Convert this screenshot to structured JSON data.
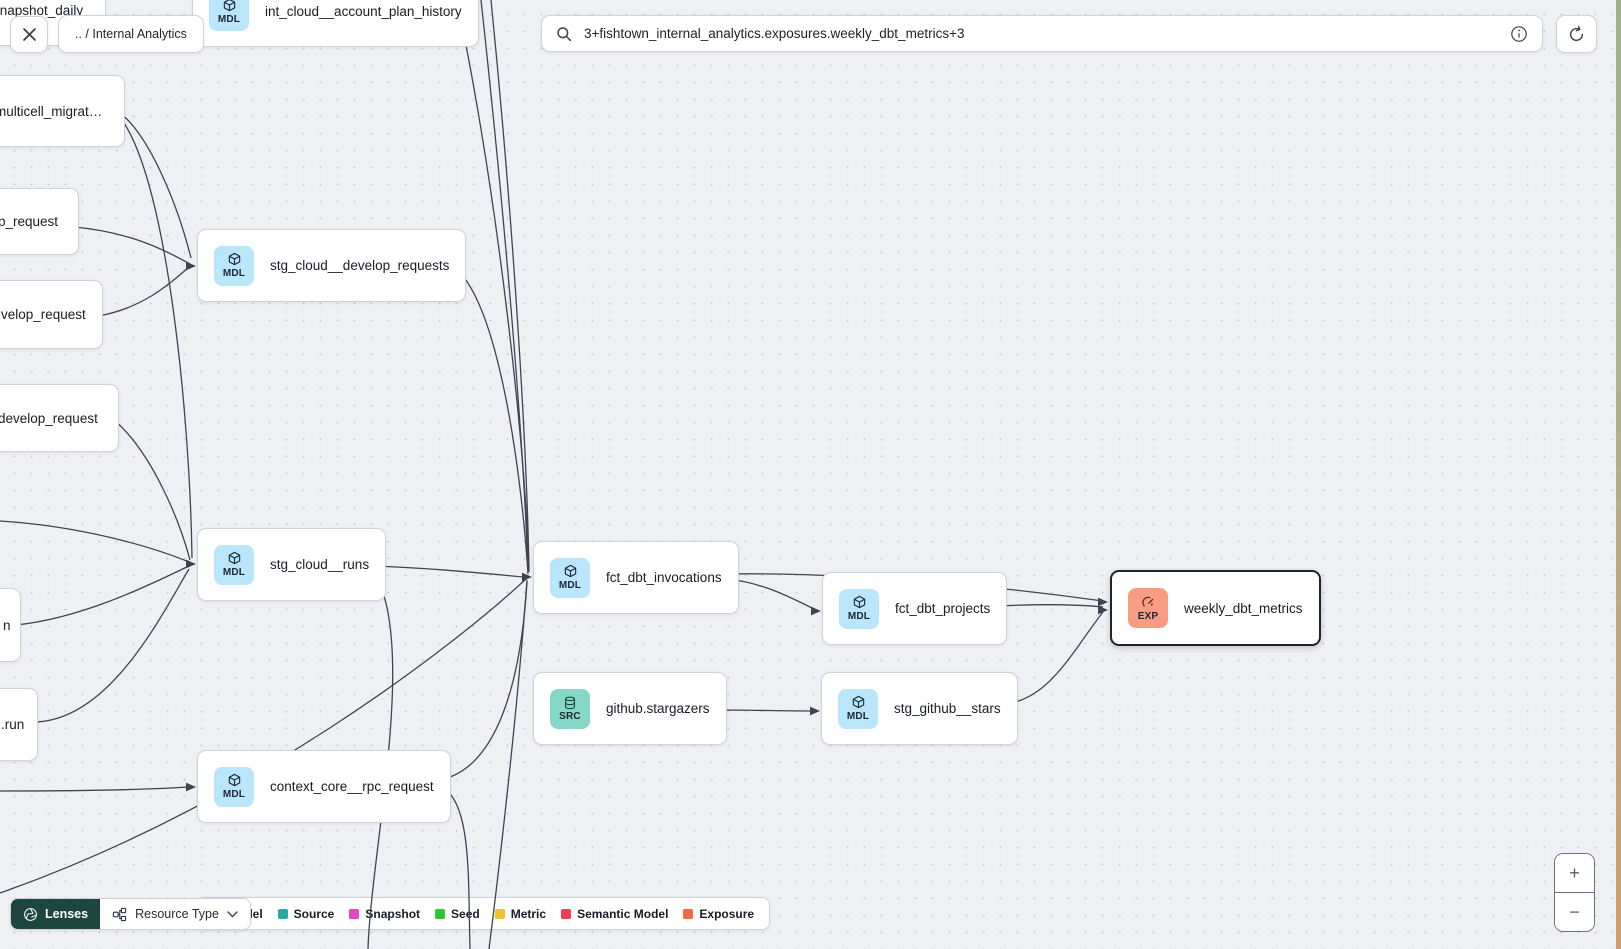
{
  "toolbar": {
    "breadcrumb": ".. / Internal Analytics",
    "search_value": "3+fishtown_internal_analytics.exposures.weekly_dbt_metrics+3"
  },
  "badges": {
    "mdl": "MDL",
    "src": "SRC",
    "exp": "EXP"
  },
  "nodes": [
    {
      "label": "snapshot_daily",
      "badge": ""
    },
    {
      "label": "int_cloud__account_plan_history",
      "badge": "MDL"
    },
    {
      "label": "multicell_migrat…",
      "badge": ""
    },
    {
      "label": "p_request",
      "badge": ""
    },
    {
      "label": "stg_cloud__develop_requests",
      "badge": "MDL"
    },
    {
      "label": "velop_request",
      "badge": ""
    },
    {
      "label": "develop_request",
      "badge": ""
    },
    {
      "label": "stg_cloud__runs",
      "badge": "MDL"
    },
    {
      "label": "n",
      "badge": ""
    },
    {
      "label": ".run",
      "badge": ""
    },
    {
      "label": "context_core__rpc_request",
      "badge": "MDL"
    },
    {
      "label": "fct_dbt_invocations",
      "badge": "MDL"
    },
    {
      "label": "fct_dbt_projects",
      "badge": "MDL"
    },
    {
      "label": "github.stargazers",
      "badge": "SRC"
    },
    {
      "label": "stg_github__stars",
      "badge": "MDL"
    },
    {
      "label": "weekly_dbt_metrics",
      "badge": "EXP"
    }
  ],
  "controls": {
    "lenses_label": "Lenses",
    "resource_type_label": "Resource Type",
    "zoom_in": "+",
    "zoom_out": "−"
  },
  "legend": [
    {
      "label": "Model",
      "color": "#2196f3"
    },
    {
      "label": "Source",
      "color": "#2da5a0"
    },
    {
      "label": "Snapshot",
      "color": "#e345cb"
    },
    {
      "label": "Seed",
      "color": "#2ec538"
    },
    {
      "label": "Metric",
      "color": "#efc42e"
    },
    {
      "label": "Semantic Model",
      "color": "#ed3e52"
    },
    {
      "label": "Exposure",
      "color": "#f26a3d"
    }
  ],
  "colors": {
    "model_badge_bg": "#b9e6fa",
    "source_badge_bg": "#87d7c9",
    "exposure_badge_bg": "#f89c83",
    "lenses_button_bg": "#1c463e",
    "edge_stroke": "#3f4450",
    "selected_border": "#1f242c"
  }
}
